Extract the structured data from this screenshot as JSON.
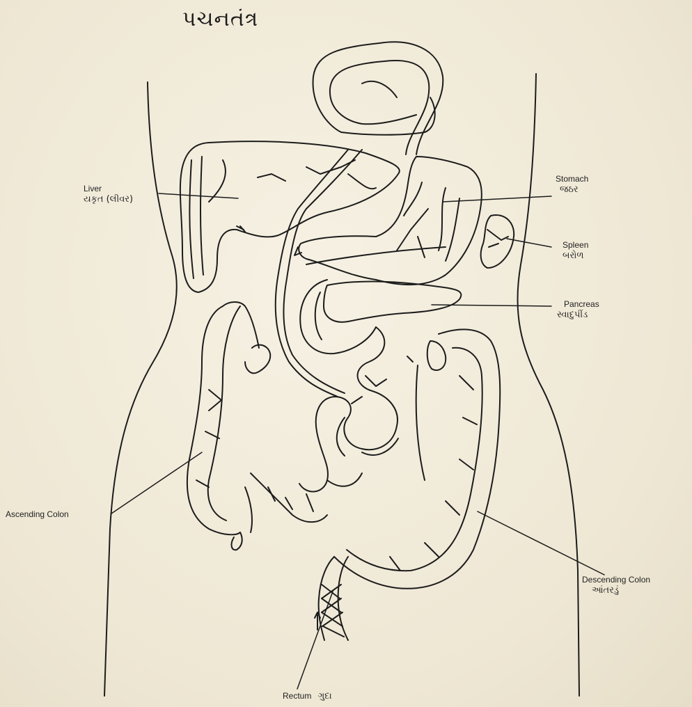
{
  "title": "પચનતંત્ર",
  "labels": {
    "liver": {
      "en": "Liver",
      "gu": "યકૃત (લીવર)"
    },
    "stomach": {
      "en": "Stomach",
      "gu": "જઠર"
    },
    "spleen": {
      "en": "Spleen",
      "gu": "બરોળ"
    },
    "pancreas": {
      "en": "Pancreas",
      "gu": "સ્વાદુપીંડ"
    },
    "ascending_colon": {
      "en": "Ascending Colon"
    },
    "descending_colon": {
      "en": "Descending Colon",
      "gu": "આંતરડું"
    },
    "rectum": {
      "en": "Rectum",
      "gu": "ગુદા"
    }
  },
  "colors": {
    "paper": "#efe9d8",
    "ink": "#1c1c1c"
  }
}
